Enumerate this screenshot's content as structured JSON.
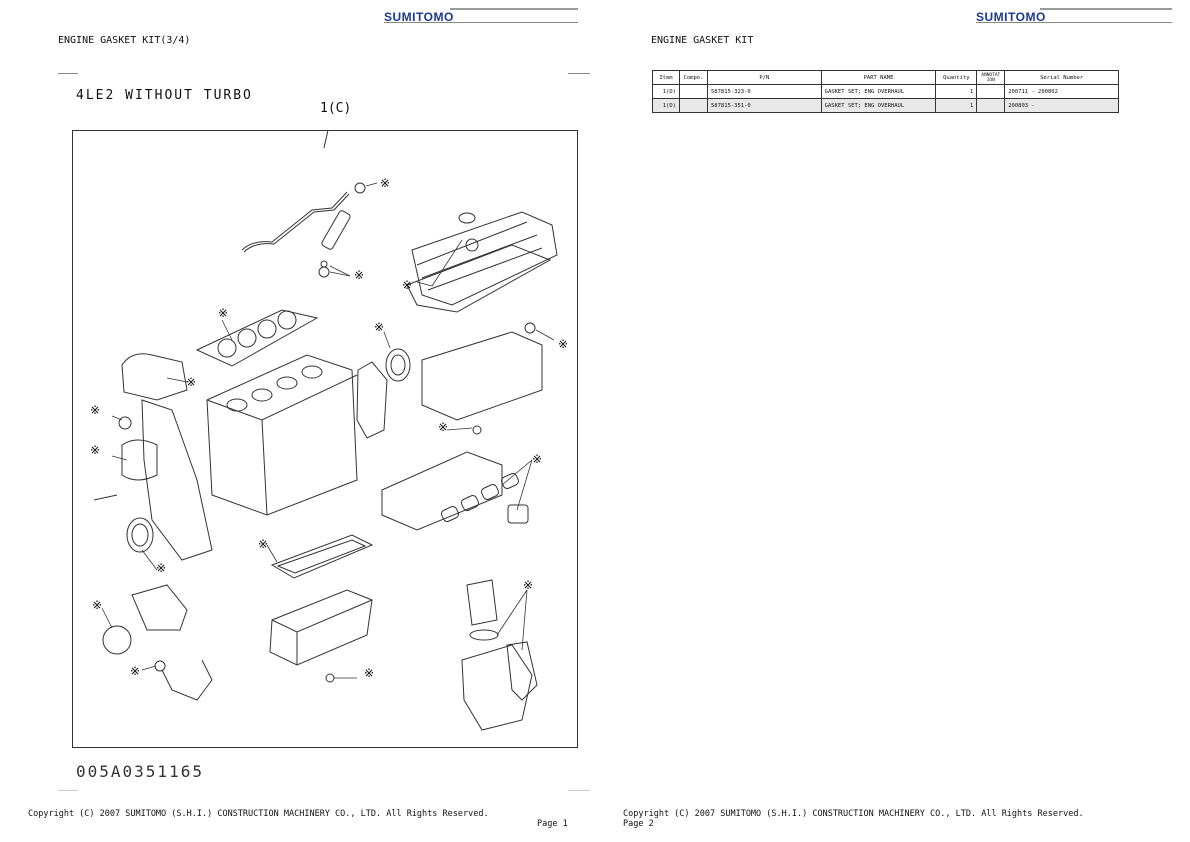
{
  "page1": {
    "brand": "SUMITOMO",
    "title": "ENGINE GASKET KIT(3/4)",
    "subtitle": "4LE2 WITHOUT TURBO",
    "callout": "1(C)",
    "drawing_number": "005A0351165",
    "star_mark": "※",
    "copyright": "Copyright (C) 2007 SUMITOMO (S.H.I.) CONSTRUCTION MACHINERY CO., LTD. All Rights Reserved.",
    "page_label": "Page 1"
  },
  "page2": {
    "brand": "SUMITOMO",
    "title": "ENGINE GASKET KIT",
    "table": {
      "headers": [
        "Item",
        "Compo.",
        "P/N",
        "PART NAME",
        "Quantity",
        "ANNOTATION",
        "Serial Number"
      ],
      "rows": [
        [
          "1(D)",
          "",
          "587815-323-0",
          "GASKET SET; ENG OVERHAUL",
          "1",
          "",
          "200711 - 200802"
        ],
        [
          "1(D)",
          "",
          "587815-351-0",
          "GASKET SET; ENG OVERHAUL",
          "1",
          "",
          "200803 -"
        ]
      ]
    },
    "copyright": "Copyright (C) 2007 SUMITOMO (S.H.I.) CONSTRUCTION MACHINERY CO., LTD. All Rights Reserved.",
    "page_label": "Page 2"
  },
  "colors": {
    "brand": "#1a3a8f",
    "line": "#333333",
    "row_alt": "#e8e8e8"
  }
}
